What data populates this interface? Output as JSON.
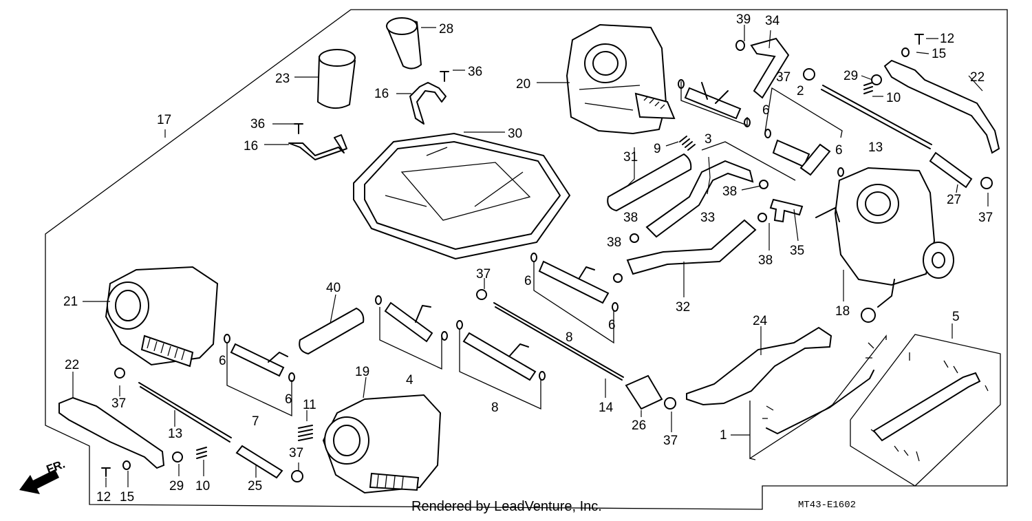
{
  "diagram": {
    "credit": "Rendered by LeadVenture, Inc.",
    "code": "MT43-E1602",
    "fr_label": "FR.",
    "labels": [
      "1",
      "2",
      "3",
      "4",
      "5",
      "6",
      "7",
      "8",
      "9",
      "10",
      "11",
      "12",
      "13",
      "14",
      "15",
      "16",
      "17",
      "18",
      "19",
      "20",
      "21",
      "22",
      "23",
      "24",
      "25",
      "26",
      "27",
      "28",
      "29",
      "30",
      "31",
      "32",
      "33",
      "34",
      "35",
      "36",
      "37",
      "38",
      "39",
      "40"
    ]
  }
}
